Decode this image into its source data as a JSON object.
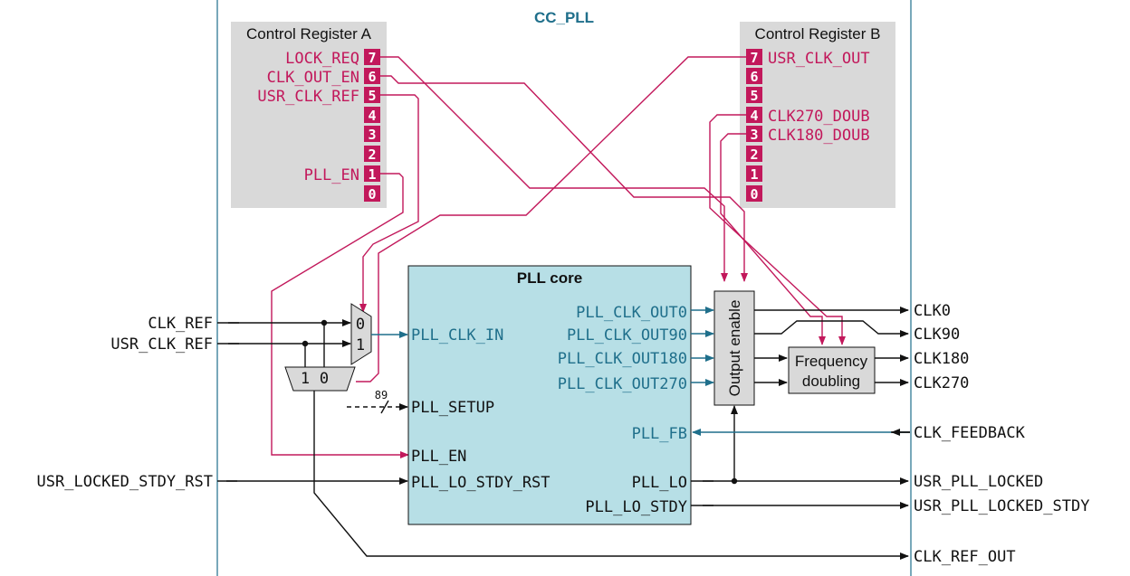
{
  "block": {
    "title": "CC_PLL"
  },
  "reg_a": {
    "title": "Control Register A",
    "bits": [
      "7",
      "6",
      "5",
      "4",
      "3",
      "2",
      "1",
      "0"
    ],
    "labels": {
      "b7": "LOCK_REQ",
      "b6": "CLK_OUT_EN",
      "b5": "USR_CLK_REF",
      "b1": "PLL_EN"
    }
  },
  "reg_b": {
    "title": "Control Register B",
    "bits": [
      "7",
      "6",
      "5",
      "4",
      "3",
      "2",
      "1",
      "0"
    ],
    "labels": {
      "b7": "USR_CLK_OUT",
      "b4": "CLK270_DOUB",
      "b3": "CLK180_DOUB"
    }
  },
  "core": {
    "title": "PLL core",
    "clk_in": "PLL_CLK_IN",
    "setup": "PLL_SETUP",
    "setup_width": "89",
    "en": "PLL_EN",
    "lo_stdy_rst": "PLL_LO_STDY_RST",
    "out0": "PLL_CLK_OUT0",
    "out90": "PLL_CLK_OUT90",
    "out180": "PLL_CLK_OUT180",
    "out270": "PLL_CLK_OUT270",
    "fb": "PLL_FB",
    "lo": "PLL_LO",
    "lo_stdy": "PLL_LO_STDY"
  },
  "mux1": {
    "in0": "0",
    "in1": "1"
  },
  "mux2": {
    "in1": "1",
    "in0": "0"
  },
  "output_enable": {
    "label": "Output enable"
  },
  "freq_doubling": {
    "line1": "Frequency",
    "line2": "doubling"
  },
  "inputs": {
    "clk_ref": "CLK_REF",
    "usr_clk_ref": "USR_CLK_REF",
    "usr_locked_stdy_rst": "USR_LOCKED_STDY_RST"
  },
  "outputs": {
    "clk0": "CLK0",
    "clk90": "CLK90",
    "clk180": "CLK180",
    "clk270": "CLK270",
    "clk_feedback": "CLK_FEEDBACK",
    "usr_pll_locked": "USR_PLL_LOCKED",
    "usr_pll_locked_stdy": "USR_PLL_LOCKED_STDY",
    "clk_ref_out": "CLK_REF_OUT"
  },
  "colors": {
    "core_fill": "#b7dfe6",
    "register_fill": "#d9d9d9",
    "bit_fill": "#c2185b",
    "red_wire": "#c2185b",
    "teal_wire": "#1f6f8b",
    "block_border": "#1f6f8b"
  }
}
